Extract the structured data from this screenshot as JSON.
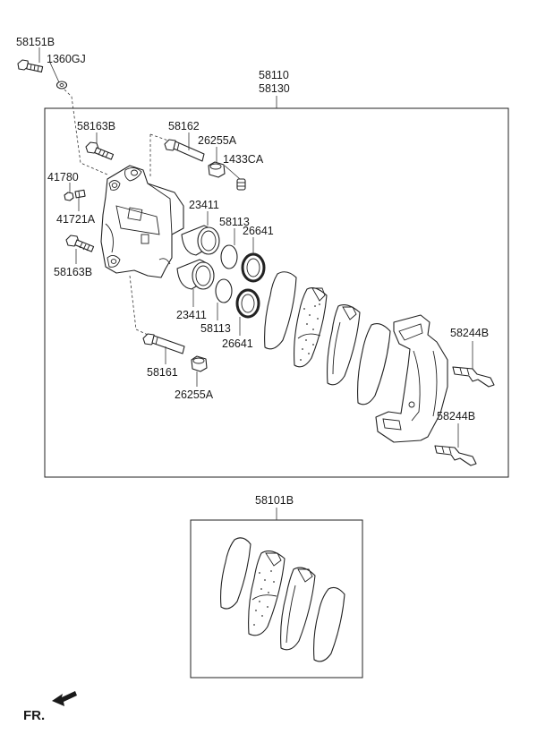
{
  "diagram": {
    "front_indicator": "FR.",
    "callouts": {
      "p58151B": "58151B",
      "p1360GJ": "1360GJ",
      "p58110": "58110",
      "p58130": "58130",
      "p58163B_top": "58163B",
      "p58162": "58162",
      "p26255A_top": "26255A",
      "p1433CA": "1433CA",
      "p41780": "41780",
      "p41721A": "41721A",
      "p23411_top": "23411",
      "p58113_top": "58113",
      "p26641_top": "26641",
      "p58163B_bottom": "58163B",
      "p23411_bottom": "23411",
      "p58113_bottom": "58113",
      "p26641_bottom": "26641",
      "p58244B_top": "58244B",
      "p58244B_bottom": "58244B",
      "p58161": "58161",
      "p26255A_bottom": "26255A",
      "p58101B": "58101B"
    }
  }
}
